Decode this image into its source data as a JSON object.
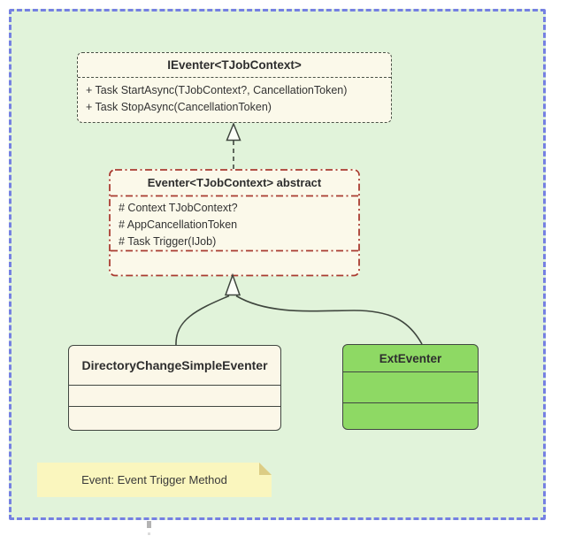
{
  "canvas": {
    "background_color": "#E1F3DA",
    "frame_border_color": "#7580E2",
    "frame_border_style": "dashed"
  },
  "nodes": {
    "ieventer": {
      "title": "IEventer<TJobContext>",
      "stereotype": "interface",
      "methods": [
        "+ Task StartAsync(TJobContext?, CancellationToken)",
        "+ Task StopAsync(CancellationToken)"
      ],
      "fill": "#FBF9EA",
      "border_color": "#4A5146",
      "border_style": "dashed"
    },
    "eventer": {
      "title": "Eventer<TJobContext> abstract",
      "stereotype": "abstract class",
      "members": [
        "# Context TJobContext?",
        "# AppCancellationToken",
        "# Task Trigger(IJob)"
      ],
      "fill": "#FBF9EA",
      "border_color": "#A93B30",
      "border_style": "dash-dot"
    },
    "directory_change_simple_eventer": {
      "title": "DirectoryChangeSimpleEventer",
      "fill": "#FBF7E8",
      "border_color": "#414741",
      "border_style": "solid"
    },
    "ext_eventer": {
      "title": "ExtEventer",
      "fill": "#8ED964",
      "border_color": "#414741",
      "border_style": "solid"
    },
    "note": {
      "text": "Event: Event Trigger Method",
      "fill": "#FAF6BE",
      "fold_color": "#DCCD85"
    }
  },
  "edges": [
    {
      "type": "realization",
      "from": "Eventer<TJobContext> abstract",
      "to": "IEventer<TJobContext>",
      "line": "dashed",
      "arrowhead": "hollow-triangle"
    },
    {
      "type": "inheritance",
      "from": "DirectoryChangeSimpleEventer",
      "to": "Eventer<TJobContext> abstract",
      "line": "solid-curve",
      "arrowhead": "hollow-triangle"
    },
    {
      "type": "inheritance",
      "from": "ExtEventer",
      "to": "Eventer<TJobContext> abstract",
      "line": "solid-curve",
      "arrowhead": "hollow-triangle"
    }
  ]
}
